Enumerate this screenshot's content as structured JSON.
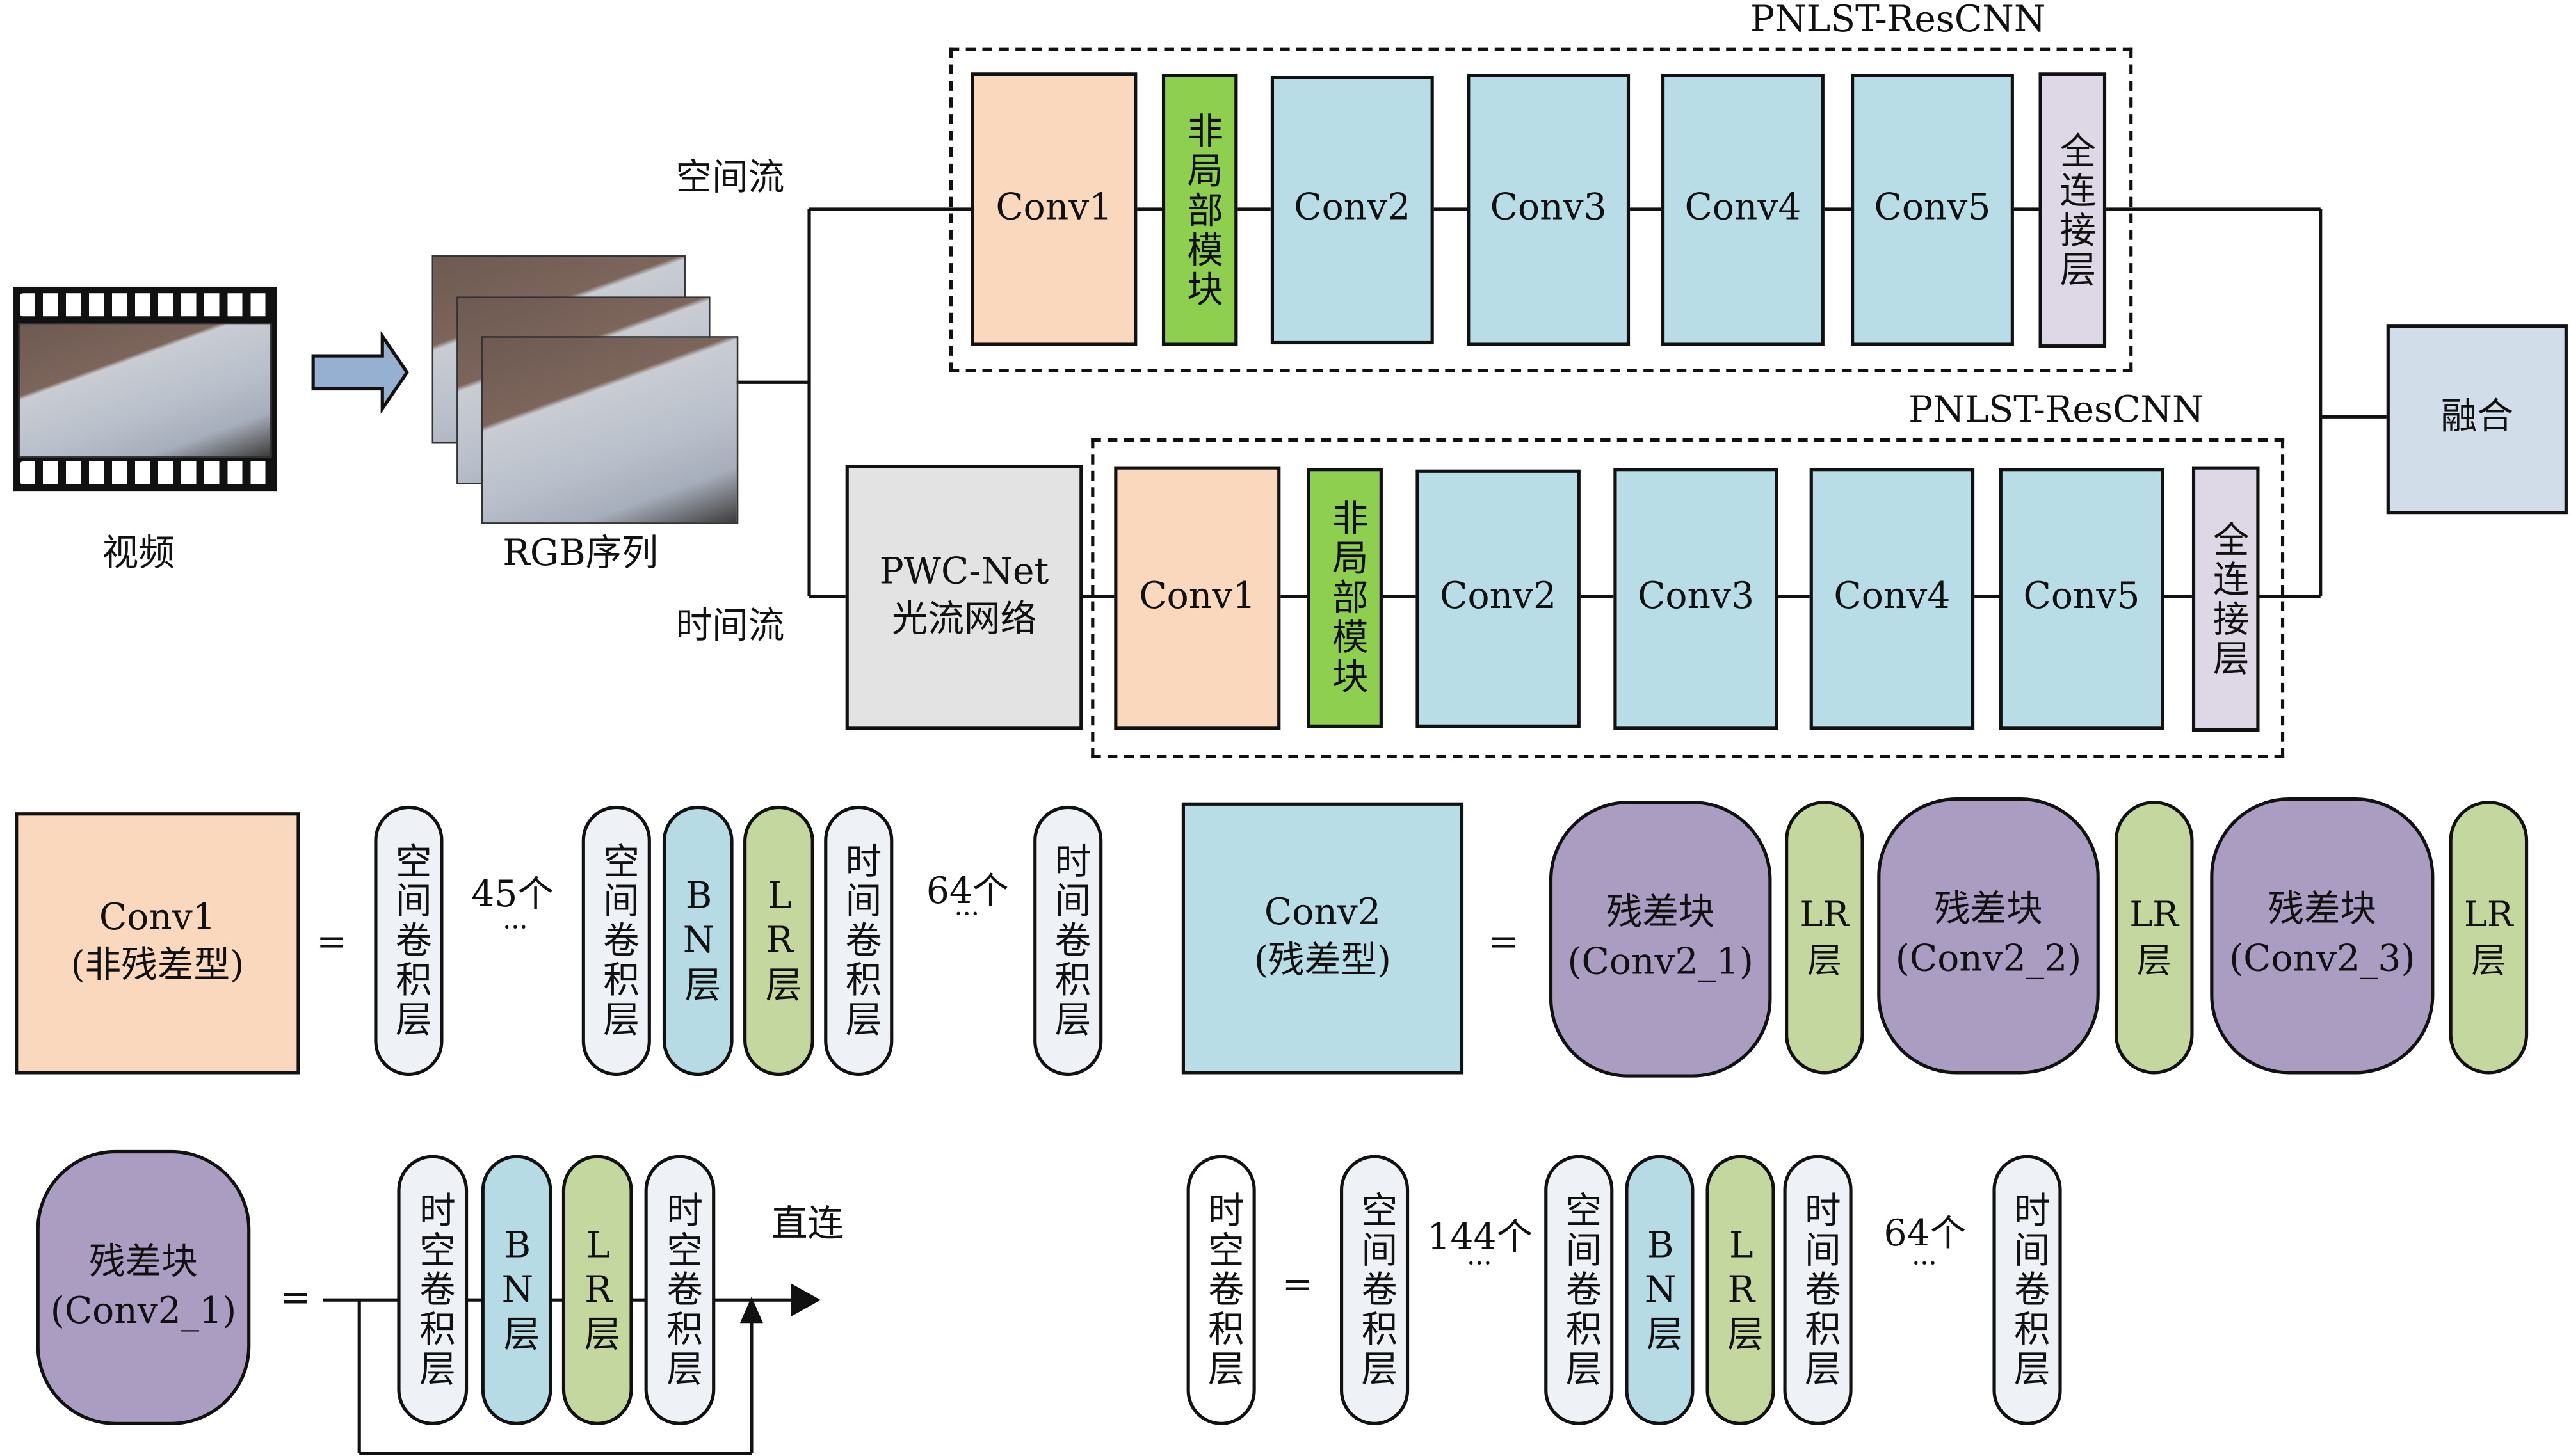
{
  "top": {
    "video_label": "视频",
    "rgb_label": "RGB序列",
    "spatial_stream_label": "空间流",
    "temporal_stream_label": "时间流",
    "fusion_label": "融合",
    "pwc_net_label_line1": "PWC-Net",
    "pwc_net_label_line2": "光流网络",
    "spatial_branch": {
      "title": "PNLST-ResCNN",
      "blocks": [
        "Conv1",
        "非局部模块",
        "Conv2",
        "Conv3",
        "Conv4",
        "Conv5",
        "全连接层"
      ]
    },
    "temporal_branch": {
      "title": "PNLST-ResCNN",
      "blocks": [
        "Conv1",
        "非局部模块",
        "Conv2",
        "Conv3",
        "Conv4",
        "Conv5",
        "全连接层"
      ]
    }
  },
  "conv1_def": {
    "title_line1": "Conv1",
    "title_line2": "(非残差型)",
    "equals": "=",
    "items": [
      "空间卷积层",
      "空间卷积层",
      "BN层",
      "LR层",
      "时间卷积层",
      "时间卷积层"
    ],
    "count1": "45个",
    "count2": "64个",
    "ellipsis": "···",
    "bn_letters": "BN层",
    "lr_letters": "LR层"
  },
  "conv2_def": {
    "title_line1": "Conv2",
    "title_line2": "(残差型)",
    "equals": "=",
    "residual_blocks": [
      {
        "line1": "残差块",
        "line2": "(Conv2_1)"
      },
      {
        "line1": "残差块",
        "line2": "(Conv2_2)"
      },
      {
        "line1": "残差块",
        "line2": "(Conv2_3)"
      }
    ],
    "lr_label": "LR层"
  },
  "residual_def": {
    "title_line1": "残差块",
    "title_line2": "(Conv2_1)",
    "equals": "=",
    "items": [
      "时空卷积层",
      "BN层",
      "LR层",
      "时空卷积层"
    ],
    "shortcut_label": "直连"
  },
  "st_conv_def": {
    "title": "时空卷积层",
    "equals": "=",
    "items": [
      "空间卷积层",
      "空间卷积层",
      "BN层",
      "LR层",
      "时间卷积层",
      "时间卷积层"
    ],
    "count1": "144个",
    "count2": "64个",
    "ellipsis": "···"
  },
  "colors": {
    "conv1": "#f9d8bd",
    "nonlocal": "#8fcf4f",
    "conv": "#b8dde6",
    "fc": "#ddd7e6",
    "pwc": "#e3e3e3",
    "fusion": "#d1dde8",
    "residual": "#ab9cc2",
    "bn": "#b7dbe5",
    "lr": "#c3d79f"
  }
}
